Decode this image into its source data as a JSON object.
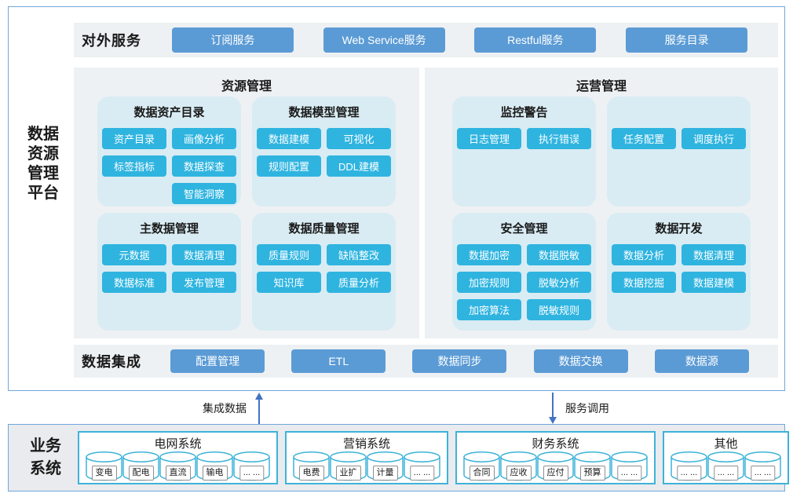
{
  "platform": {
    "title": "数据\n资源\n管理\n平台",
    "external_services": {
      "label": "对外服务",
      "buttons": [
        "订阅服务",
        "Web Service服务",
        "Restful服务",
        "服务目录"
      ]
    },
    "panels": [
      {
        "title": "资源管理",
        "cards": [
          {
            "title": "数据资产目录",
            "buttons": [
              "资产目录",
              "画像分析",
              "标签指标",
              "数据探查",
              "智能洞察"
            ]
          },
          {
            "title": "数据模型管理",
            "buttons": [
              "数据建模",
              "可视化",
              "规则配置",
              "DDL建模"
            ]
          },
          {
            "title": "主数据管理",
            "buttons": [
              "元数据",
              "数据清理",
              "数据标准",
              "发布管理"
            ]
          },
          {
            "title": "数据质量管理",
            "buttons": [
              "质量规则",
              "缺陷整改",
              "知识库",
              "质量分析"
            ]
          }
        ]
      },
      {
        "title": "运营管理",
        "cards": [
          {
            "title": "监控警告",
            "buttons": [
              "日志管理",
              "执行错误"
            ]
          },
          {
            "title": "",
            "buttons": [
              "任务配置",
              "调度执行"
            ]
          },
          {
            "title": "安全管理",
            "buttons": [
              "数据加密",
              "数据脱敏",
              "加密规则",
              "脱敏分析",
              "加密算法",
              "脱敏规则"
            ]
          },
          {
            "title": "数据开发",
            "buttons": [
              "数据分析",
              "数据清理",
              "数据挖掘",
              "数据建模"
            ]
          }
        ]
      }
    ],
    "integration": {
      "label": "数据集成",
      "buttons": [
        "配置管理",
        "ETL",
        "数据同步",
        "数据交换",
        "数据源"
      ]
    }
  },
  "flows": [
    {
      "label": "集成数据",
      "direction": "up"
    },
    {
      "label": "服务调用",
      "direction": "down"
    }
  ],
  "business": {
    "label": "业务\n系统",
    "groups": [
      {
        "title": "电网系统",
        "databases": [
          "变电",
          "配电",
          "直流",
          "输电",
          "... ..."
        ]
      },
      {
        "title": "营销系统",
        "databases": [
          "电费",
          "业扩",
          "计量",
          "... ..."
        ]
      },
      {
        "title": "财务系统",
        "databases": [
          "合同",
          "应收",
          "应付",
          "预算",
          "... ..."
        ]
      },
      {
        "title": "其他",
        "databases": [
          "... ...",
          "... ...",
          "... ..."
        ]
      }
    ]
  },
  "colors": {
    "blue_button": "#5b9bd5",
    "cyan_button": "#2fb4e0",
    "card_bg": "#d9ecf3",
    "panel_bg": "#eef1f3",
    "container_border": "#6fa8dc",
    "group_border": "#3eb3d8",
    "arrow": "#4472c4",
    "bottom_bg": "#e9ebee"
  }
}
